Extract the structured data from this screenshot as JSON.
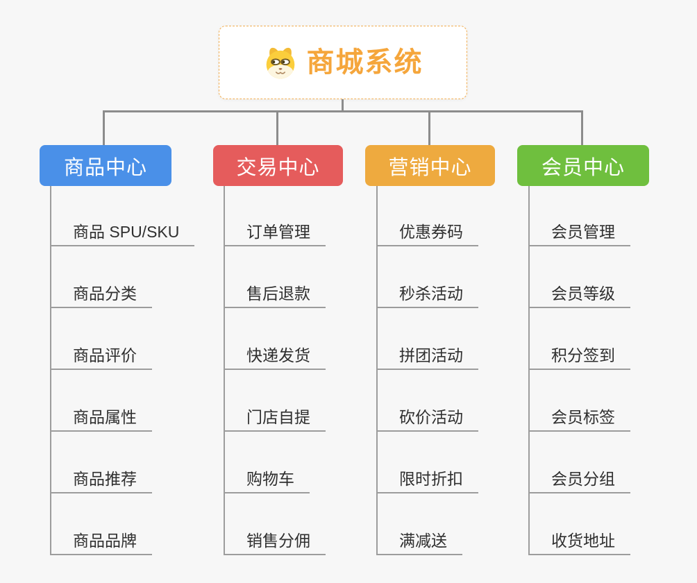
{
  "root": {
    "title": "商城系统",
    "icon": "doge-icon",
    "title_color": "#F5A63C",
    "border_color": "#F2AE52"
  },
  "connector_color": "#8C8C8C",
  "line_color": "#9C9C9C",
  "background_color": "#F7F7F7",
  "branches": [
    {
      "label": "商品中心",
      "color": "#4A90E8",
      "children": [
        "商品 SPU/SKU",
        "商品分类",
        "商品评价",
        "商品属性",
        "商品推荐",
        "商品品牌"
      ]
    },
    {
      "label": "交易中心",
      "color": "#E55C5C",
      "children": [
        "订单管理",
        "售后退款",
        "快递发货",
        "门店自提",
        "购物车",
        "销售分佣"
      ]
    },
    {
      "label": "营销中心",
      "color": "#EEAA3F",
      "children": [
        "优惠券码",
        "秒杀活动",
        "拼团活动",
        "砍价活动",
        "限时折扣",
        "满减送"
      ]
    },
    {
      "label": "会员中心",
      "color": "#6FBF3E",
      "children": [
        "会员管理",
        "会员等级",
        "积分签到",
        "会员标签",
        "会员分组",
        "收货地址"
      ]
    }
  ]
}
